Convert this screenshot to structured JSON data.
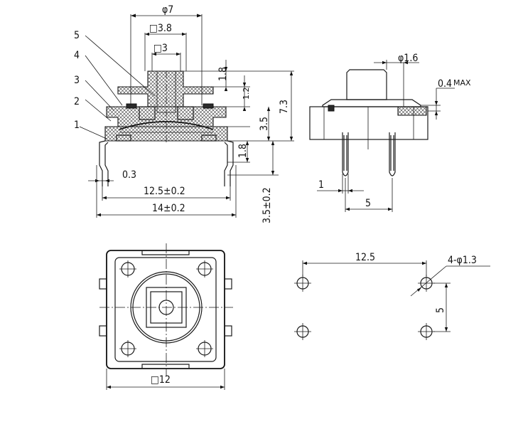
{
  "callouts": [
    "5",
    "4",
    "3",
    "2",
    "1"
  ],
  "dims": {
    "phi7": "φ7",
    "sq38": "□3.8",
    "sq3": "□3",
    "d18a": "1.8",
    "d12": "1.2",
    "d73": "7.3",
    "d35": "3.5",
    "d18b": "1.8",
    "d03": "0.3",
    "d125": "12.5±0.2",
    "d14": "14±0.2",
    "d35b": "3.5±0.2",
    "phi16": "φ1.6",
    "d04": "0.4",
    "max": "MAX",
    "d1": "1",
    "d5a": "5",
    "sq12": "□12",
    "d125b": "12.5",
    "holes": "4-φ1.3",
    "d5b": "5"
  }
}
